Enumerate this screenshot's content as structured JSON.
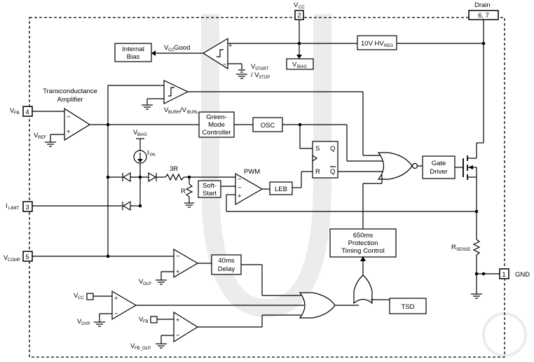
{
  "pins": {
    "vcc": {
      "num": "2",
      "name": "V",
      "sub": "CC"
    },
    "drain": {
      "num": "6, 7",
      "name": "Drain"
    },
    "fb": {
      "num": "4",
      "name": "V",
      "sub": "FB"
    },
    "ilimit": {
      "num": "3",
      "name": "I",
      "sub": "LIMIT"
    },
    "vcomp": {
      "num": "5",
      "name": "V",
      "sub": "COMP"
    },
    "gnd": {
      "num": "1",
      "name": "GND"
    }
  },
  "blocks": {
    "internal_bias": [
      "Internal",
      "Bias"
    ],
    "hv_reg": {
      "main": "10V HV",
      "sub": "REG"
    },
    "vbias_box": {
      "main": "V",
      "sub": "BIAS"
    },
    "green_mode": [
      "Green-",
      "Mode",
      "Controller"
    ],
    "osc": "OSC",
    "gate_driver": [
      "Gate",
      "Driver"
    ],
    "soft_start": [
      "Soft-",
      "Start"
    ],
    "leb": "LEB",
    "protection": [
      "650ms",
      "Protection",
      "Timing Control"
    ],
    "delay": [
      "40ms",
      "Delay"
    ],
    "tsd": "TSD"
  },
  "labels": {
    "vcc_good": {
      "main": "V",
      "sub": "CC",
      "rest": " Good"
    },
    "vstart_vstop": {
      "l1": "V",
      "l1sub": "START",
      "l2": "/ V",
      "l2sub": "STOP"
    },
    "transconductance": [
      "Transconductance",
      "Amplifier"
    ],
    "vref": {
      "main": "V",
      "sub": "REF"
    },
    "vburh_vburl": {
      "a": "V",
      "asub": "BURH",
      "b": "/V",
      "bsub": "BURL"
    },
    "vbias_src": {
      "main": "V",
      "sub": "BIAS"
    },
    "ipk": {
      "main": "I",
      "sub": "PK"
    },
    "r3": "3R",
    "r": "R",
    "pwm": "PWM",
    "latch_s": "S",
    "latch_r": "R",
    "latch_q": "Q",
    "latch_qbar": "Q",
    "rsense": {
      "main": "R",
      "sub": "SENSE"
    },
    "volp": {
      "main": "V",
      "sub": "OLP"
    },
    "vcc_in": {
      "main": "V",
      "sub": "CC"
    },
    "vovp": {
      "main": "V",
      "sub": "OVP"
    },
    "vfb_in": {
      "main": "V",
      "sub": "FB"
    },
    "vfb_olp": {
      "main": "V",
      "sub": "FB_OLP"
    },
    "minus": "−",
    "plus": "+"
  }
}
